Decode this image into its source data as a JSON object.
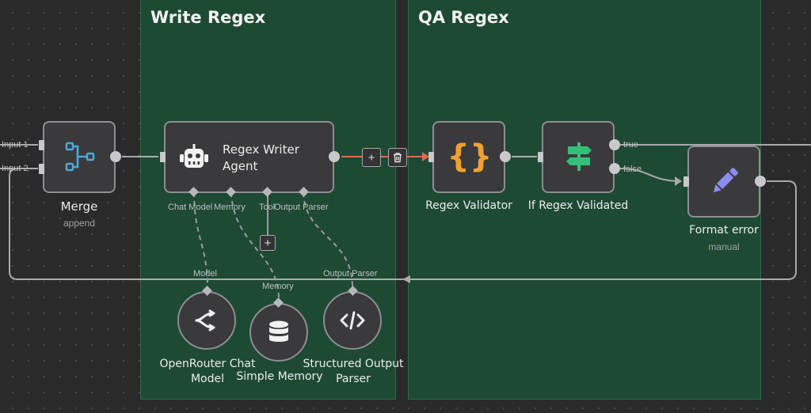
{
  "sticky_notes": [
    {
      "title": "Write Regex"
    },
    {
      "title": "QA Regex"
    }
  ],
  "merge": {
    "name": "Merge",
    "subtitle": "append",
    "input1": "Input 1",
    "input2": "Input 2",
    "icon": "merge-icon"
  },
  "agent": {
    "name_line1": "Regex Writer",
    "name_line2": "Agent",
    "icon": "robot-icon",
    "ports": {
      "chat_model": "Chat Model",
      "memory": "Memory",
      "tool": "Tool",
      "output_parser": "Output Parser"
    }
  },
  "edge_controls": {
    "add": "+",
    "delete": "trash-icon",
    "tool_add": "+"
  },
  "validator": {
    "name": "Regex Validator",
    "icon": "braces-icon"
  },
  "if_node": {
    "name": "If Regex Validated",
    "icon": "signpost-icon",
    "true_label": "true",
    "false_label": "false"
  },
  "format_error": {
    "name": "Format error",
    "subtitle": "manual",
    "icon": "pencil-icon"
  },
  "sub_nodes": {
    "model": {
      "edge_label": "Model",
      "line1": "OpenRouter Chat",
      "line2": "Model",
      "icon": "openrouter-icon"
    },
    "memory": {
      "edge_label": "Memory",
      "line1": "Simple Memory",
      "icon": "database-icon"
    },
    "parser": {
      "edge_label": "Output Parser",
      "line1": "Structured Output",
      "line2": "Parser",
      "icon": "code-icon"
    }
  },
  "colors": {
    "sticky_bg": "#1e4a33",
    "node_bg": "#3a3a3c",
    "canvas_bg": "#2a2a2b",
    "accent_orange": "#f0a030",
    "accent_green": "#35c07a",
    "accent_purple": "#8d8cf0",
    "accent_blue": "#4aa8d8",
    "active_edge": "#e06a48"
  }
}
